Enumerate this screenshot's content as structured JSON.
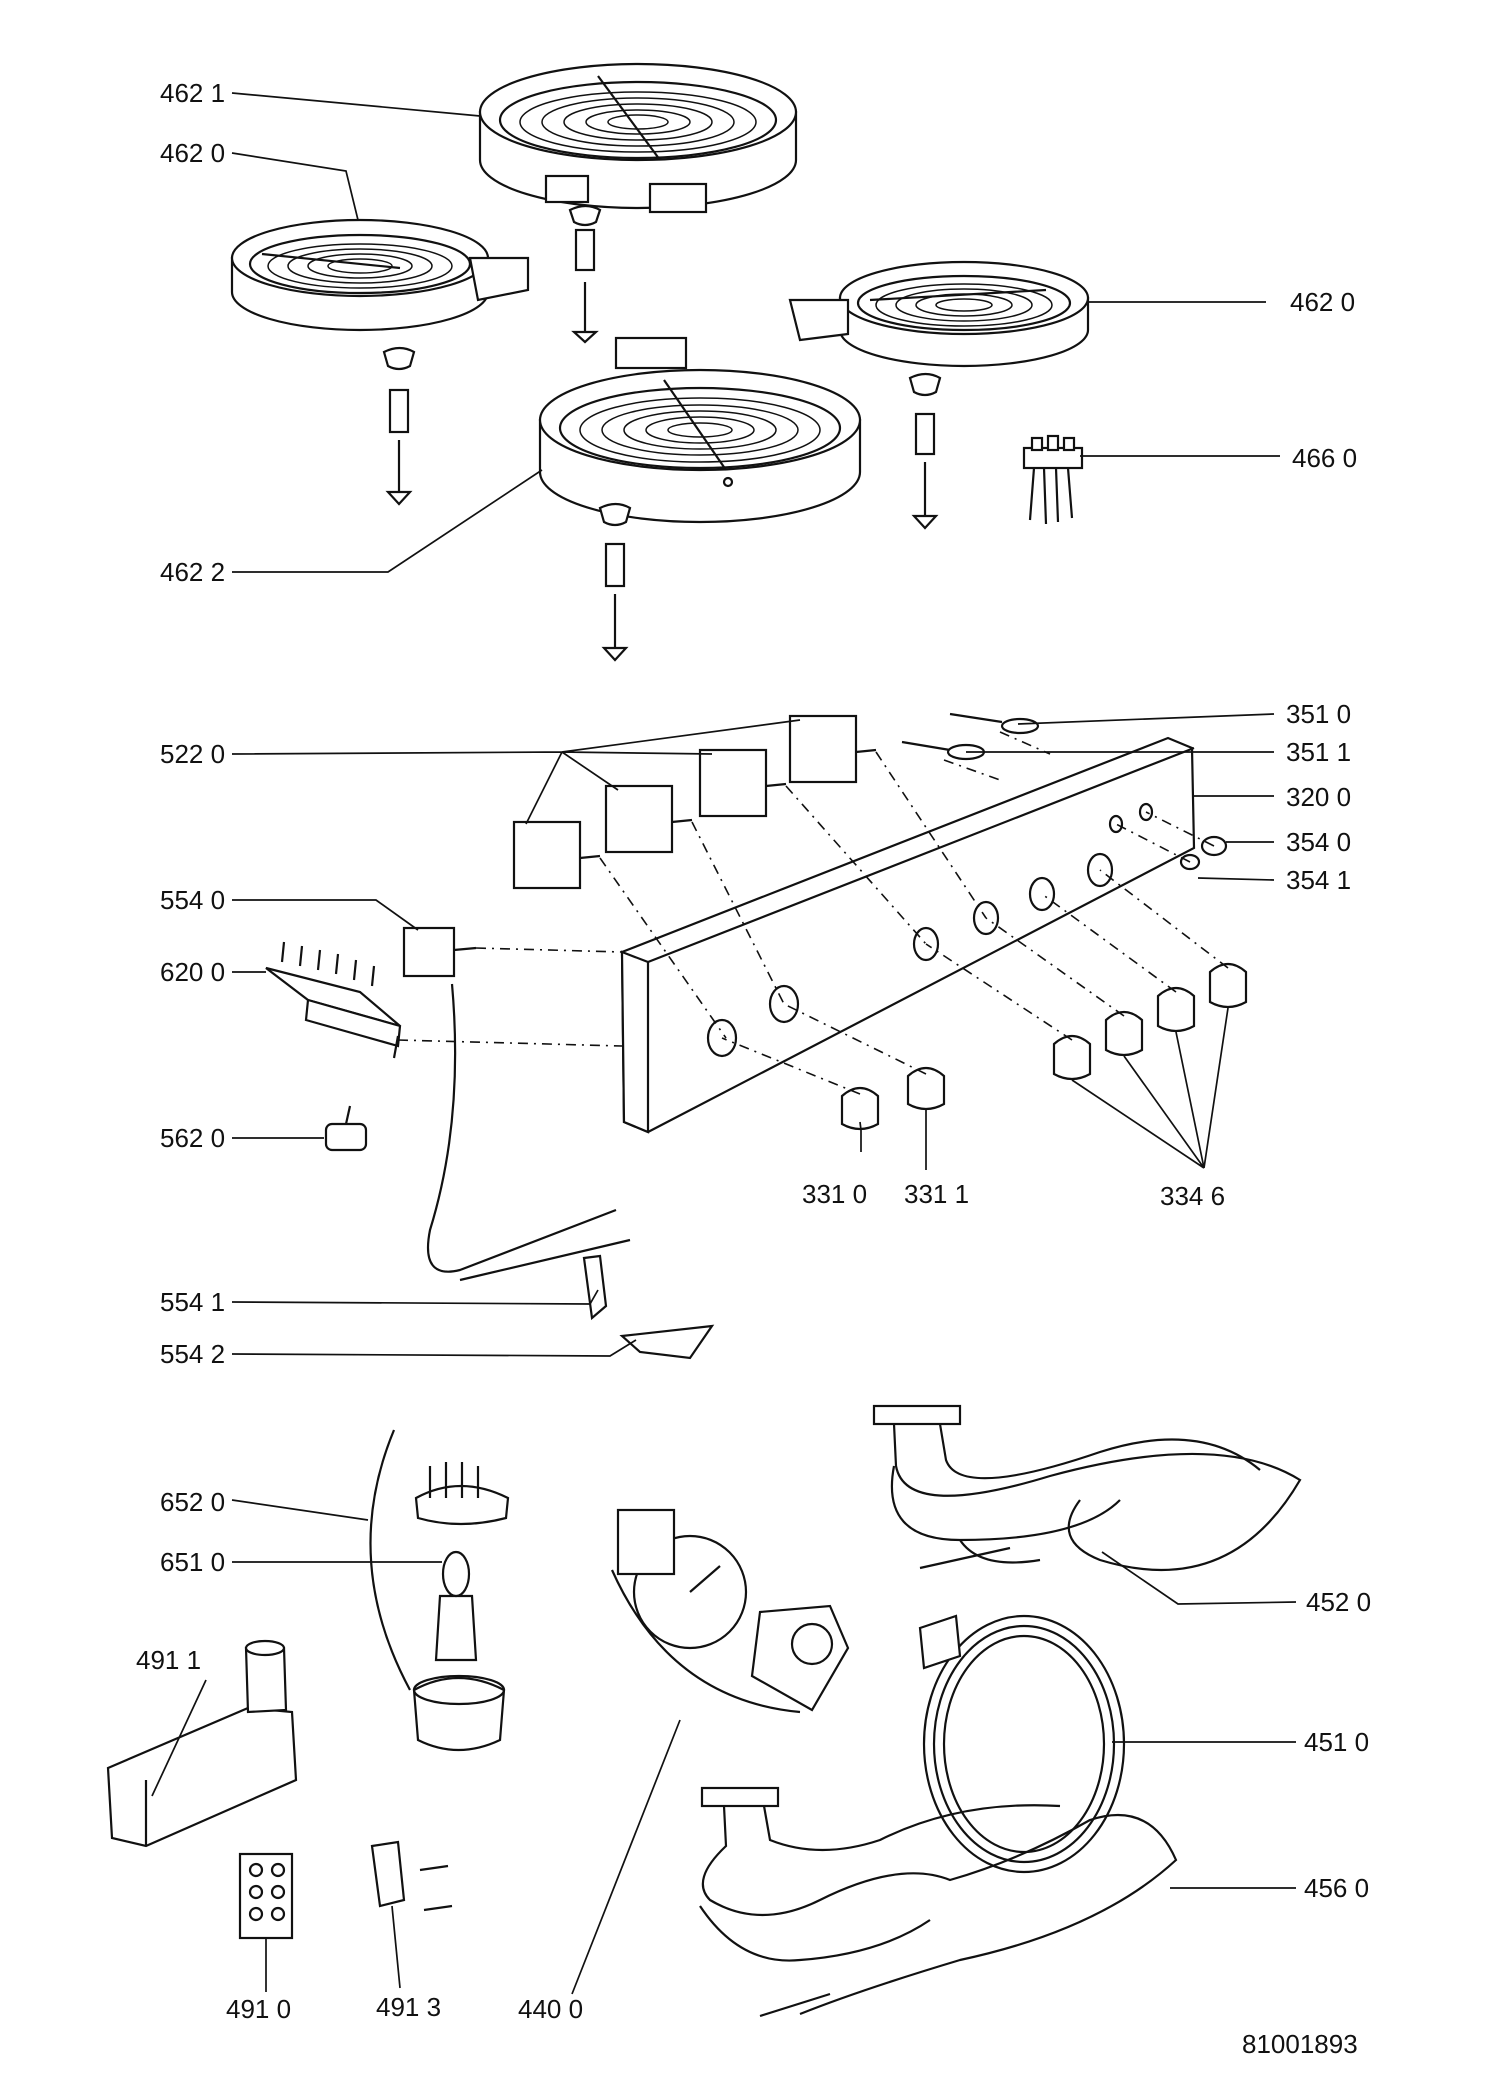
{
  "diagram": {
    "code": "81001893",
    "labels": {
      "l4621": "462 1",
      "l4620a": "462 0",
      "l4620b": "462 0",
      "l4660": "466 0",
      "l4622": "462 2",
      "l5220": "522 0",
      "l3510": "351 0",
      "l3511": "351 1",
      "l3200": "320 0",
      "l3540": "354 0",
      "l3541": "354 1",
      "l5540": "554 0",
      "l6200": "620 0",
      "l5620": "562 0",
      "l3310": "331 0",
      "l3311": "331 1",
      "l3346": "334 6",
      "l5541": "554 1",
      "l5542": "554 2",
      "l6520": "652 0",
      "l6510": "651 0",
      "l4520": "452 0",
      "l4911": "491 1",
      "l4510": "451 0",
      "l4560": "456 0",
      "l4910": "491 0",
      "l4913": "491 3",
      "l4400": "440 0"
    }
  }
}
